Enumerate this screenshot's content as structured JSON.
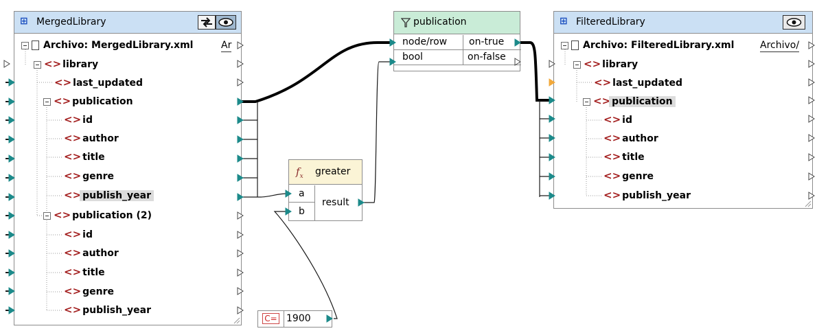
{
  "source": {
    "title": "MergedLibrary",
    "file_label": "Archivo: MergedLibrary.xml",
    "file_button": "Ar",
    "items": [
      {
        "label": "library"
      },
      {
        "label": "last_updated"
      },
      {
        "label": "publication"
      },
      {
        "label": "id"
      },
      {
        "label": "author"
      },
      {
        "label": "title"
      },
      {
        "label": "genre"
      },
      {
        "label": "publish_year"
      },
      {
        "label": "publication (2)"
      },
      {
        "label": "id"
      },
      {
        "label": "author"
      },
      {
        "label": "title"
      },
      {
        "label": "genre"
      },
      {
        "label": "publish_year"
      }
    ]
  },
  "filter": {
    "title": "publication",
    "in_node": "node/row",
    "in_bool": "bool",
    "out_true": "on-true",
    "out_false": "on-false"
  },
  "greater": {
    "title": "greater",
    "in_a": "a",
    "in_b": "b",
    "out": "result"
  },
  "constant": {
    "icon_label": "C=",
    "value": "1900"
  },
  "target": {
    "title": "FilteredLibrary",
    "file_label": "Archivo: FilteredLibrary.xml",
    "file_button": "Archivo/",
    "items": [
      {
        "label": "library"
      },
      {
        "label": "last_updated"
      },
      {
        "label": "publication"
      },
      {
        "label": "id"
      },
      {
        "label": "author"
      },
      {
        "label": "title"
      },
      {
        "label": "genre"
      },
      {
        "label": "publish_year"
      }
    ]
  },
  "colors": {
    "connector": "#1c8a8a",
    "tag": "#a21c1c",
    "title_blue": "#cbe0f4",
    "title_green": "#c9ecd7",
    "title_yellow": "#fbf4d6",
    "warning_connector": "#f2a93b"
  }
}
